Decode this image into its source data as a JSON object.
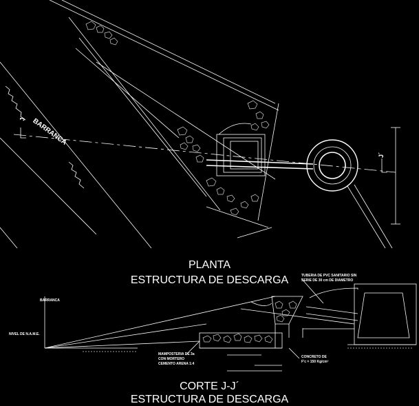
{
  "plan": {
    "title": "PLANTA",
    "subtitle": "ESTRUCTURA DE DESCARGA",
    "ravine_label": "BARRANCA",
    "cut_left": "J",
    "cut_right": "J´"
  },
  "section": {
    "title": "CORTE J-J´",
    "subtitle": "ESTRUCTURA DE DESCARGA",
    "ravine_label": "BARRANCA",
    "pipe_note": [
      "TUBERIA DE PVC SANITARIO SIN",
      "SERIE DE 30 cm DE DIAMETRO"
    ],
    "masonry_note": [
      "MAMPOSTERIA DE 3a",
      "CON MORTERO",
      "CEMENTO ARENA 1:4"
    ],
    "concrete_note": [
      "CONCRETO DE",
      "F'c = 150 Kg/cm²"
    ],
    "level_note": "NIVEL DE N.A.M.E."
  },
  "colors": {
    "background": "#000000",
    "lines": "#ffffff",
    "hatch": "#cfcfcf"
  }
}
